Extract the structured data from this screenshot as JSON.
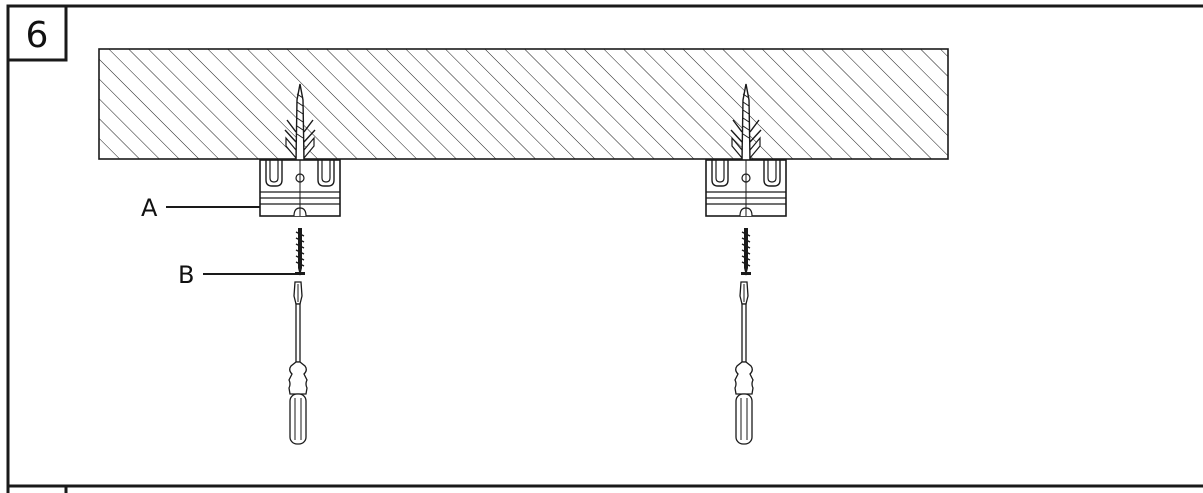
{
  "step": {
    "number": "6"
  },
  "callouts": [
    {
      "letter": "A",
      "part": "bracket"
    },
    {
      "letter": "B",
      "part": "screw"
    }
  ],
  "colors": {
    "line": "#1a1a1a",
    "background": "#ffffff"
  }
}
